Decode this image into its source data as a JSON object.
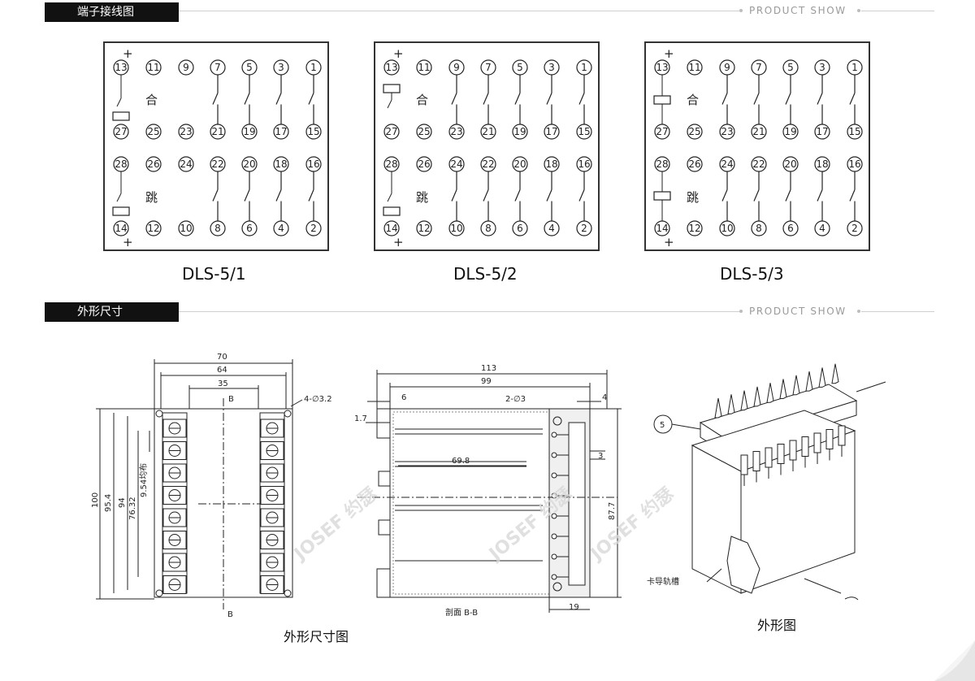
{
  "sections": [
    {
      "title": "端子接线图",
      "tag": "PRODUCT SHOW"
    },
    {
      "title": "外形尺寸",
      "tag": "PRODUCT SHOW"
    }
  ],
  "models": [
    "DLS-5/1",
    "DLS-5/2",
    "DLS-5/3"
  ],
  "terminals": {
    "rows": [
      [
        "13",
        "11",
        "9",
        "7",
        "5",
        "3",
        "1"
      ],
      [
        "27",
        "25",
        "23",
        "21",
        "19",
        "17",
        "15"
      ],
      [
        "28",
        "26",
        "24",
        "22",
        "20",
        "18",
        "16"
      ],
      [
        "14",
        "12",
        "10",
        "8",
        "6",
        "4",
        "2"
      ]
    ],
    "close_label": "合",
    "trip_label": "跳",
    "plus": "+"
  },
  "dimensions": {
    "front": {
      "w70": "70",
      "w64": "64",
      "w35": "35",
      "B": "B",
      "holes": "4-∅3.2",
      "h100": "100",
      "h95": "95.4",
      "h94": "94",
      "h76": "76.32",
      "pitch": "9.54均布"
    },
    "section": {
      "w113": "113",
      "w99": "99",
      "w6": "6",
      "holes": "2-∅3",
      "w4": "4",
      "h17": "1.7",
      "w698": "69.8",
      "h3": "3",
      "h877": "87.7",
      "w19": "19",
      "label": "剖面 B-B"
    },
    "iso": {
      "callout": "5",
      "rail_label": "卡导轨槽"
    }
  },
  "captions": {
    "dims": "外形尺寸图",
    "view": "外形图"
  },
  "watermark": "JOSEF 约瑟",
  "colors": {
    "ink": "#222222",
    "header": "#111111",
    "rule": "#cfcfcf",
    "tag": "#9a9a9a"
  }
}
